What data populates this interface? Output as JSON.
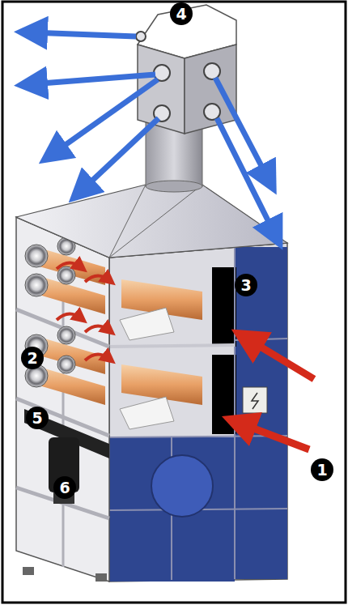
{
  "diagram": {
    "labels": [
      "4",
      "3",
      "2",
      "5",
      "6",
      "1"
    ]
  }
}
